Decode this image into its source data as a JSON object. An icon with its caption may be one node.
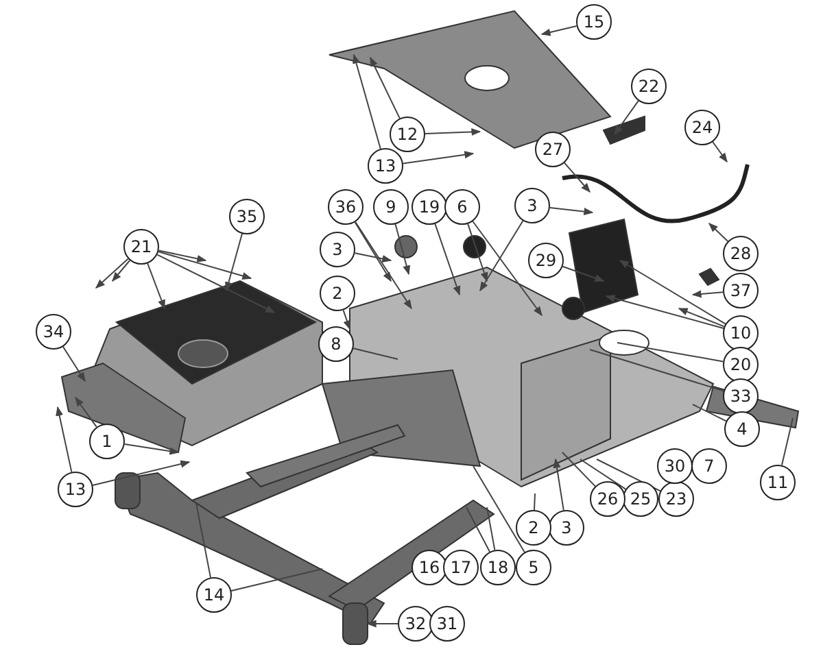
{
  "diagram": {
    "nodes": [
      {
        "text": [
          "15"
        ]
      },
      {
        "text": [
          "22"
        ]
      },
      {
        "text": [
          "24"
        ]
      },
      {
        "text": [
          "12"
        ]
      },
      {
        "text": [
          "27"
        ]
      },
      {
        "text": [
          "13"
        ]
      },
      {
        "text": [
          "3"
        ]
      },
      {
        "text": [
          "36"
        ]
      },
      {
        "text": [
          "9"
        ]
      },
      {
        "text": [
          "19"
        ]
      },
      {
        "text": [
          "6"
        ]
      },
      {
        "text": [
          "29"
        ]
      },
      {
        "text": [
          "28"
        ]
      },
      {
        "text": [
          "21"
        ]
      },
      {
        "text": [
          "35"
        ]
      },
      {
        "text": [
          "3"
        ]
      },
      {
        "text": [
          "37"
        ]
      },
      {
        "text": [
          "2"
        ]
      },
      {
        "text": [
          "10"
        ]
      },
      {
        "text": [
          "8"
        ]
      },
      {
        "text": [
          "34"
        ]
      },
      {
        "text": [
          "20"
        ]
      },
      {
        "text": [
          "33"
        ]
      },
      {
        "text": [
          "4"
        ]
      },
      {
        "text": [
          "11"
        ]
      },
      {
        "text": [
          "1"
        ]
      },
      {
        "text": [
          "23"
        ]
      },
      {
        "text": [
          "25"
        ]
      },
      {
        "text": [
          "26"
        ]
      },
      {
        "text": [
          "13"
        ]
      },
      {
        "text": [
          "3"
        ]
      },
      {
        "text": [
          "2"
        ]
      },
      {
        "text": [
          "5"
        ]
      },
      {
        "text": [
          "18"
        ]
      },
      {
        "text": [
          "14"
        ]
      },
      {
        "text": [
          "32"
        ]
      },
      {
        "text": [
          "30"
        ]
      },
      {
        "text": [
          "7"
        ]
      },
      {
        "text": [
          "16"
        ]
      },
      {
        "text": [
          "17"
        ]
      },
      {
        "text": [
          "31"
        ]
      }
    ],
    "edges": [
      {
        "from": 0,
        "to": null,
        "arrow": "to"
      },
      {
        "from": 1,
        "to": null,
        "arrow": "to"
      },
      {
        "from": 2,
        "to": null,
        "arrow": "to"
      },
      {
        "from": 3,
        "to": null,
        "arrow": "to"
      },
      {
        "from": 3,
        "to": null,
        "arrow": "to"
      },
      {
        "from": 4,
        "to": null,
        "arrow": "to"
      },
      {
        "from": 5,
        "to": null,
        "arrow": "to"
      },
      {
        "from": 5,
        "to": null,
        "arrow": "to"
      },
      {
        "from": 6,
        "to": null,
        "arrow": "to"
      },
      {
        "from": 6,
        "to": null,
        "arrow": "to"
      },
      {
        "from": 7,
        "to": null,
        "arrow": "to"
      },
      {
        "from": 7,
        "to": null,
        "arrow": "to"
      },
      {
        "from": 8,
        "to": null,
        "arrow": "to"
      },
      {
        "from": 9,
        "to": null,
        "arrow": "to"
      },
      {
        "from": 10,
        "to": null,
        "arrow": "to"
      },
      {
        "from": 10,
        "to": null,
        "arrow": "to"
      },
      {
        "from": 11,
        "to": null,
        "arrow": "to"
      },
      {
        "from": 12,
        "to": null,
        "arrow": "to"
      },
      {
        "from": 13,
        "to": null,
        "arrow": "to"
      },
      {
        "from": 13,
        "to": null,
        "arrow": "to"
      },
      {
        "from": 13,
        "to": null,
        "arrow": "to"
      },
      {
        "from": 13,
        "to": null,
        "arrow": "to"
      },
      {
        "from": 13,
        "to": null,
        "arrow": "to"
      },
      {
        "from": 13,
        "to": null,
        "arrow": "to"
      },
      {
        "from": 14,
        "to": null,
        "arrow": "to"
      },
      {
        "from": 15,
        "to": null,
        "arrow": "to"
      },
      {
        "from": 16,
        "to": null,
        "arrow": "to"
      },
      {
        "from": 17,
        "to": null,
        "arrow": "to"
      },
      {
        "from": 18,
        "to": null,
        "arrow": "to"
      },
      {
        "from": 18,
        "to": null,
        "arrow": "to"
      },
      {
        "from": 18,
        "to": null,
        "arrow": "to"
      },
      {
        "from": 19,
        "to": null,
        "arrow": "none"
      },
      {
        "from": 20,
        "to": null,
        "arrow": "to"
      },
      {
        "from": 21,
        "to": null,
        "arrow": "none"
      },
      {
        "from": 22,
        "to": null,
        "arrow": "none"
      },
      {
        "from": 23,
        "to": null,
        "arrow": "none"
      },
      {
        "from": 24,
        "to": null,
        "arrow": "none"
      },
      {
        "from": 25,
        "to": null,
        "arrow": "to"
      },
      {
        "from": 25,
        "to": null,
        "arrow": "to"
      },
      {
        "from": 26,
        "to": null,
        "arrow": "none"
      },
      {
        "from": 27,
        "to": null,
        "arrow": "none"
      },
      {
        "from": 28,
        "to": null,
        "arrow": "none"
      },
      {
        "from": 29,
        "to": null,
        "arrow": "to"
      },
      {
        "from": 29,
        "to": null,
        "arrow": "to"
      },
      {
        "from": 30,
        "to": null,
        "arrow": "to"
      },
      {
        "from": 31,
        "to": null,
        "arrow": "none"
      },
      {
        "from": 32,
        "to": null,
        "arrow": "none"
      },
      {
        "from": 33,
        "to": null,
        "arrow": "none"
      },
      {
        "from": 33,
        "to": null,
        "arrow": "none"
      },
      {
        "from": 34,
        "to": null,
        "arrow": "none"
      },
      {
        "from": 34,
        "to": null,
        "arrow": "none"
      },
      {
        "from": 35,
        "to": null,
        "arrow": "to"
      }
    ]
  }
}
